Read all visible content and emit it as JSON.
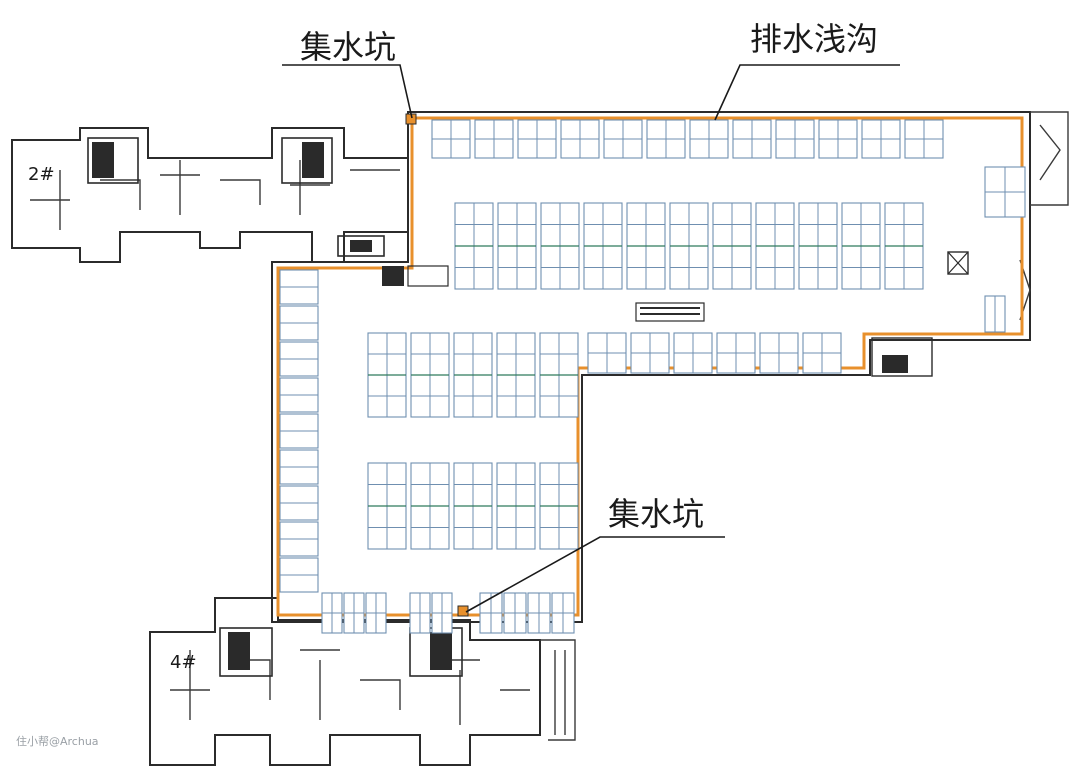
{
  "callouts": {
    "sump_top": "集水坑",
    "trench": "排水浅沟",
    "sump_bottom": "集水坑"
  },
  "buildings": {
    "b2": "2#",
    "b4": "4#"
  },
  "watermark": "住小帮@Archua",
  "colors": {
    "trench": "#e8902c",
    "stall_outline": "#6f8fb0",
    "stall_divider": "#2f7a5c",
    "wall": "#2b2b2b"
  }
}
